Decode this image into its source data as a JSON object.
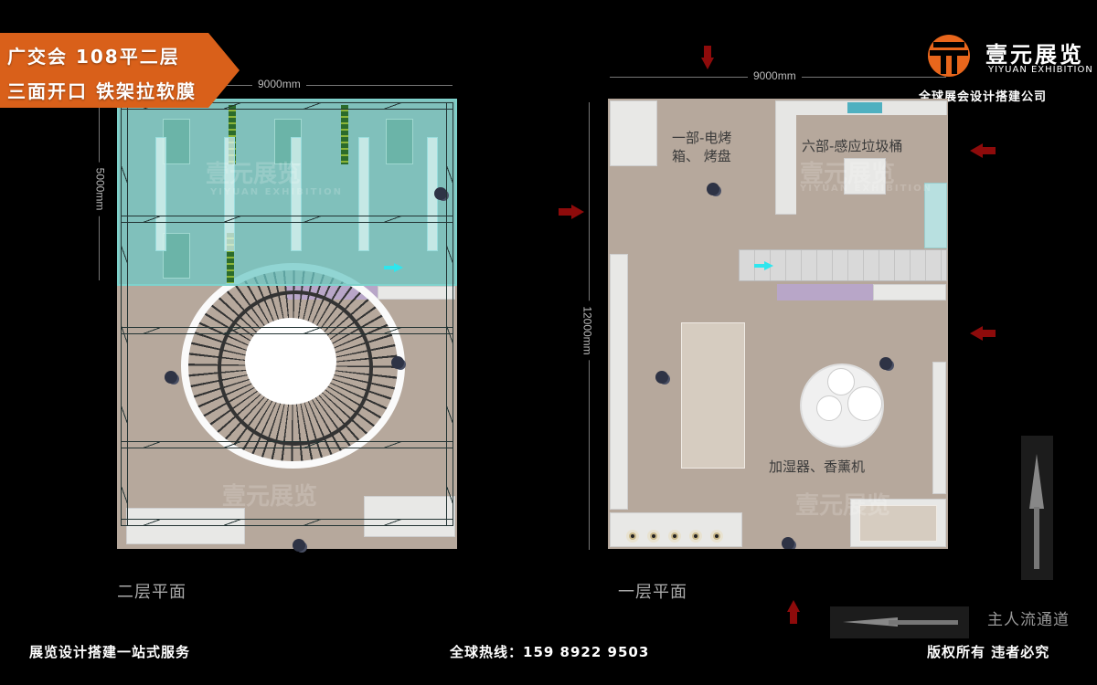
{
  "banner": {
    "line1": "广交会 108平二层",
    "line2": "三面开口 铁架拉软膜",
    "color": "#d9601a"
  },
  "logo": {
    "name_cn": "壹元展览",
    "name_en": "YIYUAN EXHIBITION",
    "tagline": "全球展会设计搭建公司",
    "brand_color": "#e8661c"
  },
  "floor2": {
    "caption": "二层平面",
    "width_label": "9000mm",
    "depth_label": "5000mm",
    "watermark_cn": "壹元展览",
    "watermark_en": "YIYUAN EXHIBITION"
  },
  "floor1": {
    "caption": "一层平面",
    "width_label": "9000mm",
    "depth_label": "12000mm",
    "zones": [
      {
        "line1": "一部-电烤",
        "line2": "箱、 烤盘"
      },
      {
        "line1": "六部-感应垃圾桶"
      },
      {
        "line1": "加湿器、香薰机"
      }
    ],
    "watermark_cn": "壹元展览",
    "watermark_en": "YIYUAN EXHIBITION",
    "entry_arrow_color": "#8e0b0b"
  },
  "legend": {
    "main_flow_label": "主人流通道",
    "icons": [
      "north-arrow-icon",
      "flow-arrow-left-icon"
    ]
  },
  "footer": {
    "left": "展览设计搭建一站式服务",
    "center": "全球热线：159 8922 9503",
    "right": "版权所有 违者必究"
  }
}
